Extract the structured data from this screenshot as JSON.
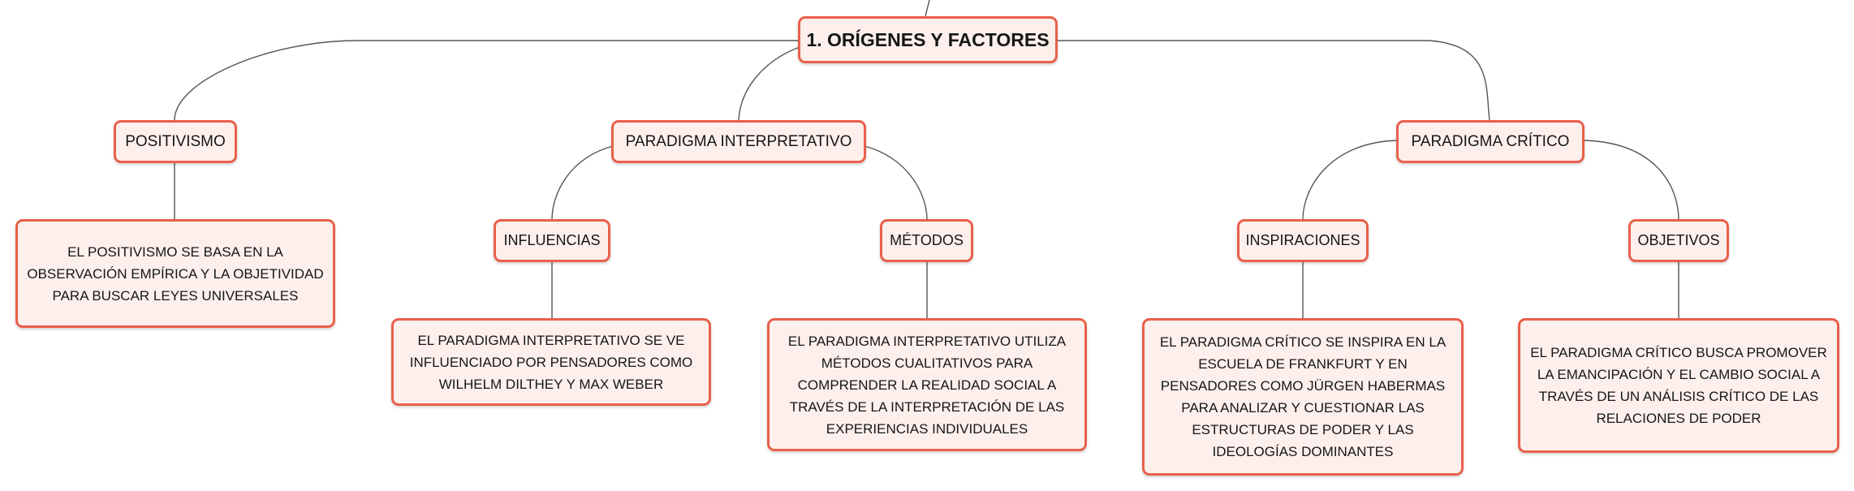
{
  "root": {
    "label": "1. ORÍGENES Y FACTORES"
  },
  "branches": {
    "positivismo": {
      "label": "POSITIVISMO",
      "description": "EL POSITIVISMO SE BASA EN LA OBSERVACIÓN EMPÍRICA Y LA OBJETIVIDAD PARA BUSCAR LEYES UNIVERSALES"
    },
    "interpretativo": {
      "label": "PARADIGMA INTERPRETATIVO",
      "children": {
        "influencias": {
          "label": "INFLUENCIAS",
          "description": "EL PARADIGMA INTERPRETATIVO SE VE INFLUENCIADO POR PENSADORES COMO WILHELM DILTHEY Y MAX WEBER"
        },
        "metodos": {
          "label": "MÉTODOS",
          "description": "EL PARADIGMA INTERPRETATIVO UTILIZA MÉTODOS CUALITATIVOS PARA COMPRENDER LA REALIDAD SOCIAL A TRAVÉS DE LA INTERPRETACIÓN DE LAS EXPERIENCIAS INDIVIDUALES"
        }
      }
    },
    "critico": {
      "label": "PARADIGMA CRÍTICO",
      "children": {
        "inspiraciones": {
          "label": "INSPIRACIONES",
          "description": "EL PARADIGMA CRÍTICO SE INSPIRA EN LA ESCUELA DE FRANKFURT Y EN PENSADORES COMO JÜRGEN HABERMAS PARA ANALIZAR Y CUESTIONAR LAS ESTRUCTURAS DE PODER Y LAS IDEOLOGÍAS DOMINANTES"
        },
        "objetivos": {
          "label": "OBJETIVOS",
          "description": "EL PARADIGMA CRÍTICO BUSCA PROMOVER LA EMANCIPACIÓN Y EL CAMBIO SOCIAL A TRAVÉS DE UN ANÁLISIS CRÍTICO DE LAS RELACIONES DE PODER"
        }
      }
    }
  },
  "colors": {
    "node_border": "#e9604b",
    "node_fill": "#fdf0ec",
    "connector": "#555555",
    "text": "#161616"
  }
}
